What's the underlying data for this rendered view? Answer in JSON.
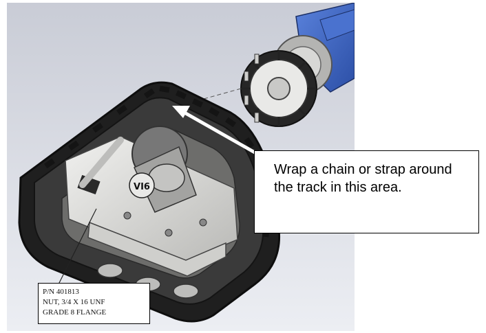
{
  "figure": {
    "hub_badge_text": "VI6",
    "colors": {
      "background_top": "#c9ccd6",
      "background_bottom": "#eceef3",
      "track_rubber": "#1d1d1d",
      "track_edge": "#3a3a3a",
      "frame_metal": "#d9d9d6",
      "hub_metal": "#9a9a9a",
      "motor_blue": "#3f66c4",
      "arrow": "#ffffff"
    },
    "icons": [
      "track-assembly",
      "drive-hub",
      "motor-housing",
      "arrow-indicator"
    ]
  },
  "callouts": {
    "chain_instruction": "Wrap a chain or strap around the track in this area.",
    "part_number": "P/N 401813",
    "part_description": "NUT, 3/4 X 16 UNF",
    "part_grade": "GRADE 8 FLANGE"
  }
}
